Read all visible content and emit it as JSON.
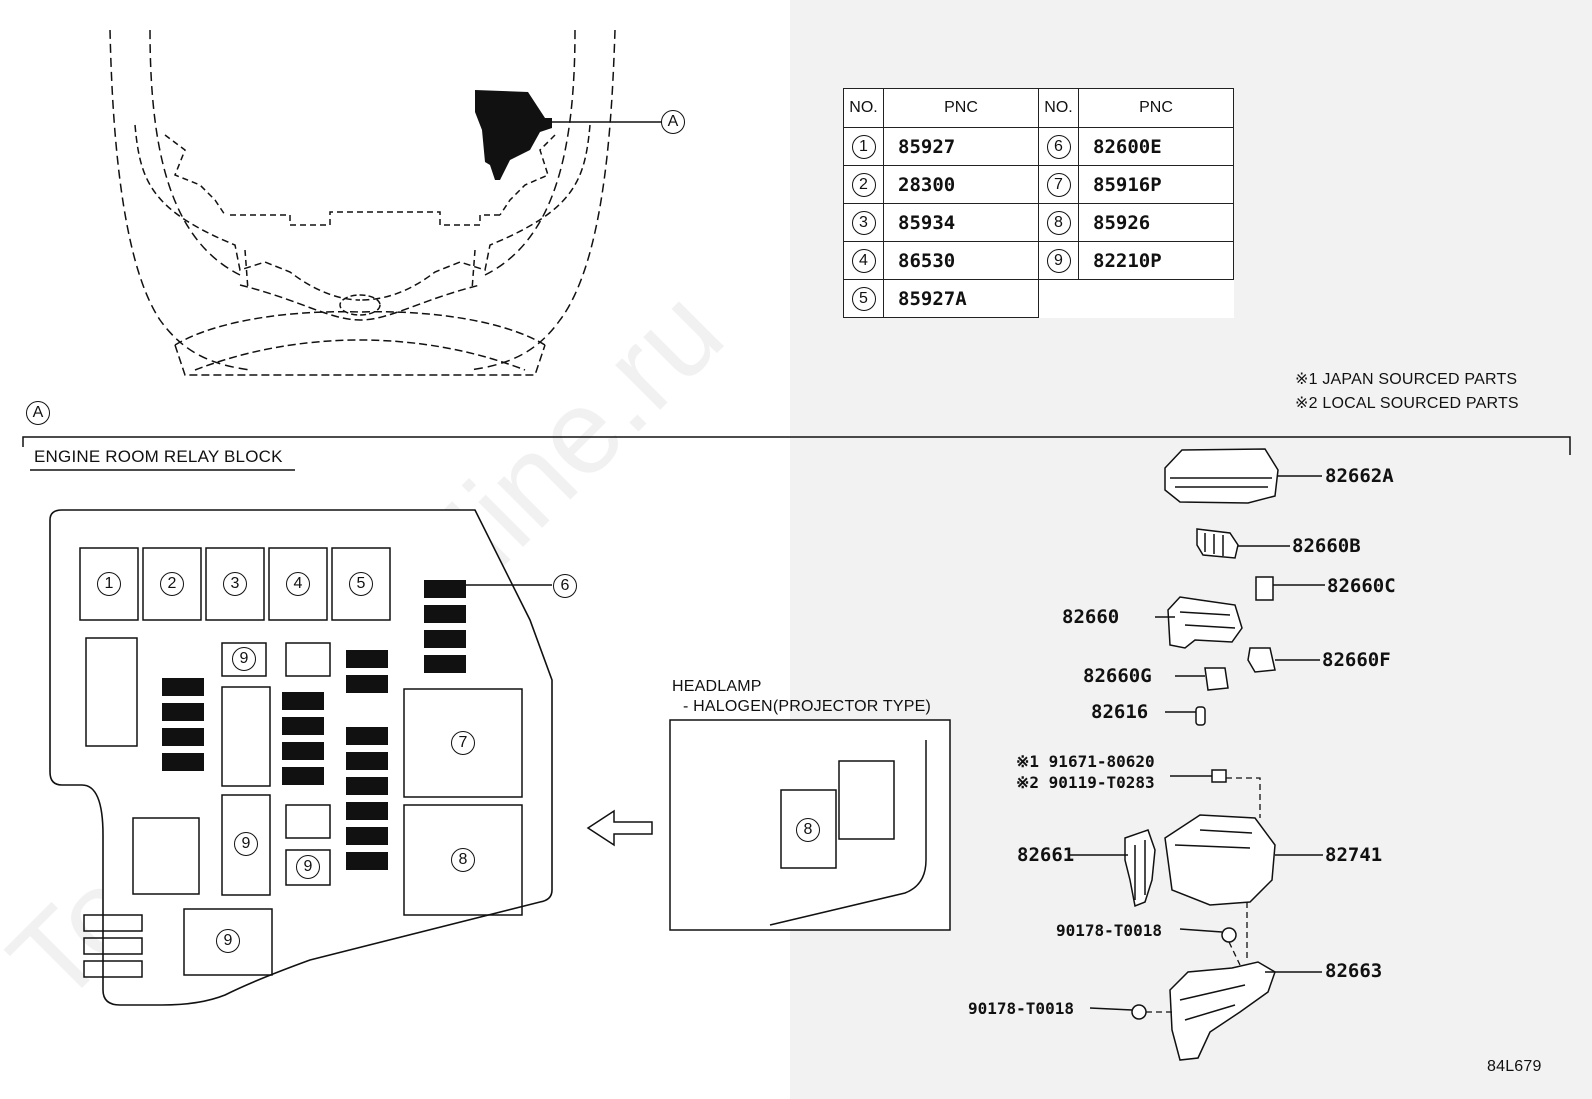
{
  "callout_A": "A",
  "pnc_table": {
    "headers": {
      "no": "NO.",
      "pnc": "PNC"
    },
    "left": [
      {
        "no": "1",
        "pnc": "85927"
      },
      {
        "no": "2",
        "pnc": "28300"
      },
      {
        "no": "3",
        "pnc": "85934"
      },
      {
        "no": "4",
        "pnc": "86530"
      },
      {
        "no": "5",
        "pnc": "85927A"
      }
    ],
    "right": [
      {
        "no": "6",
        "pnc": "82600E"
      },
      {
        "no": "7",
        "pnc": "85916P"
      },
      {
        "no": "8",
        "pnc": "85926"
      },
      {
        "no": "9",
        "pnc": "82210P"
      }
    ]
  },
  "notes": {
    "japan": "※1 JAPAN SOURCED PARTS",
    "local": "※2 LOCAL SOURCED PARTS"
  },
  "section_title": "ENGINE ROOM RELAY BLOCK",
  "relay_block": {
    "top_row_labels": [
      "1",
      "2",
      "3",
      "4",
      "5"
    ],
    "callout_6": "6",
    "label_7": "7",
    "label_8": "8",
    "label_9": "9"
  },
  "headlamp": {
    "title": "HEADLAMP",
    "subtitle": "- HALOGEN(PROJECTOR TYPE)",
    "label_8": "8"
  },
  "parts": {
    "p82662A": "82662A",
    "p82660B": "82660B",
    "p82660C": "82660C",
    "p82660": "82660",
    "p82660G": "82660G",
    "p82660F": "82660F",
    "p82616": "82616",
    "bolt_japan": "※1 91671-80620",
    "bolt_local": "※2 90119-T0283",
    "p82661": "82661",
    "p82741": "82741",
    "nut_upper": "90178-T0018",
    "p82663": "82663",
    "nut_lower": "90178-T0018"
  },
  "diagram_code": "84L679",
  "watermark": "ToyotaCarMine.ru"
}
